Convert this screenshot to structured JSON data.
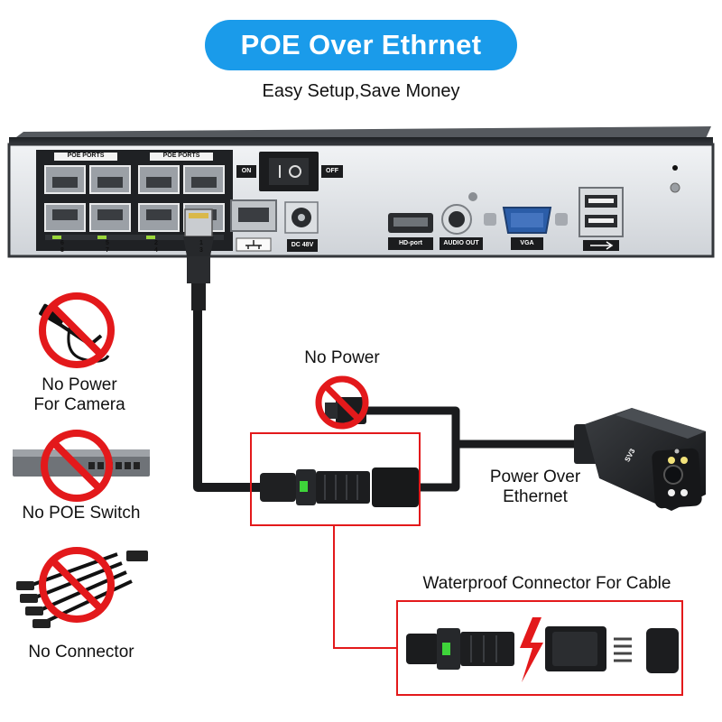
{
  "header": {
    "title": "POE Over Ethrnet",
    "subtitle": "Easy Setup,Save Money"
  },
  "nvr": {
    "poe_ports_left": "POE PORTS",
    "poe_ports_right": "POE PORTS",
    "switch_on": "ON",
    "switch_off": "OFF",
    "dc_label": "DC 48V",
    "hdmi_label": "HD-port",
    "audio_label": "AUDIO OUT",
    "vga_label": "VGA",
    "port_numbers": [
      "6",
      "5",
      "2",
      "1",
      "8",
      "7",
      "4",
      "3"
    ]
  },
  "left_panel": {
    "items": [
      {
        "label": "No Power\nFor Camera"
      },
      {
        "label": "No POE Switch"
      },
      {
        "label": "No Connector"
      }
    ]
  },
  "diagram": {
    "no_power": "No Power",
    "poe_label": "Power Over\nEthernet",
    "connector_label": "Waterproof Connector For Cable"
  },
  "camera": {
    "brand_mark": "SV3"
  },
  "colors": {
    "accent": "#1a9bea",
    "prohibit": "#e3191b",
    "highlight_box": "#e3191b",
    "nvr_panel": "#dfe2e6",
    "nvr_body": "#2a2d31"
  }
}
